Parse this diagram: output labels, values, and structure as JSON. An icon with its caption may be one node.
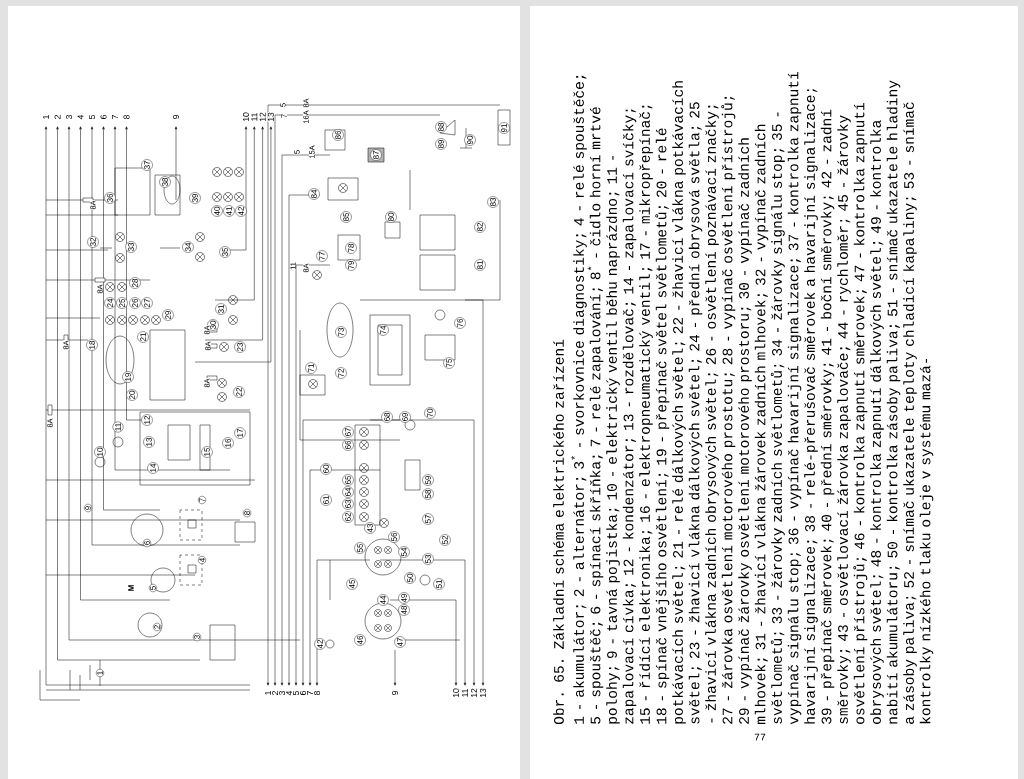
{
  "diagram": {
    "title": "Obr. 65. Základní schéma elektrického zařízení",
    "caption": "1 - akumulátor; 2 - alternátor; 3$^{*}$ - svorkovnice diagnostiky; 4 - relé spouštěče; 5 - spouštěč; 6 - spínací skříňka; 7 - relé zapalování; 8$^{*}$ - čidlo horní mrtvé polohy; 9 - tavná pojistka; 10 - elektrický ventil běhu naprázdno; 11 - zapalovací cívka; 12 - kondenzátor; 13 - rozdělovač; 14 - zapalovací svíčky; 15 - řídící elektronika; 16 - elektropneumatický ventil; 17 - mikropřepínač; 18 - spínač vnějšího osvětlení; 19 - přepínač světel světlometů; 20 - relé potkávacích světel; 21 - relé dálkových světel; 22 - žhavicí vlákna potkávacích světel; 23 - žhavicí vlákna dálkových světel; 24 - přední obrysová světla; 25 - žhavicí vlákna zadních obrysových světel; 26 - osvětlení poznávací značky; 27 - žárovka osvětlení motorového prostotu; 28 - vypínač osvětlení přístrojů; 29 - vypínač žárovky osvětlení motorového prostoru; 30 - vypínač zadních mlhovek; 31 - žhavicí vlákna žárovek zadních mlhovek; 32 - vypínač zadních světlometů; 33 - žárovky zadních světlometů; 34 - žárovky signálu stop; 35 - vypínač signálu stop; 36 - vypínač havarijní signalizace; 37 - kontrolka zapnutí havarijní signalizace; 38 - relé-přerušovač směrovek a havarijní signalizace; 39 - přepínač směrovek; 40 - přední směrovky; 41 - boční směrovky; 42 - zadní směrovky; 43 - osvětlovací žárovka zapalovače; 44 - rychloměr; 45 - žárovky osvětlení přístrojů; 46 - kontrolka zapnutí směrovek; 47 - kontrolka zapnutí obrysových světel; 48 - kontrolka zapnutí dálkových světel; 49 - kontrolka nabití akumulátoru; 50 - kontrolka zásoby paliva; 51 - snímač ukazatele hladiny a zásoby paliva; 52 - snímač ukazatele teploty chladicí kapaliny; 53 - snímač kontrolky nízkého tlaku oleje v systému mazá-",
    "labels": [
      "1",
      "2",
      "3",
      "4",
      "5",
      "6",
      "7",
      "8",
      "9",
      "10",
      "11",
      "12",
      "13",
      "37",
      "36",
      "38",
      "39",
      "40",
      "41",
      "42",
      "32",
      "33",
      "34",
      "35",
      "28",
      "24",
      "25",
      "26",
      "27",
      "29",
      "30",
      "31",
      "18",
      "21",
      "23",
      "19",
      "20",
      "22",
      "12",
      "11",
      "13",
      "14",
      "10",
      "15",
      "16",
      "17",
      "9",
      "6",
      "7",
      "8",
      "4",
      "5",
      "2",
      "3",
      "1",
      "86",
      "87",
      "88",
      "89",
      "90",
      "91",
      "84",
      "85",
      "80",
      "83",
      "82",
      "81",
      "77",
      "78",
      "79",
      "73",
      "74",
      "76",
      "75",
      "72",
      "71",
      "68",
      "69",
      "70",
      "67",
      "66",
      "65",
      "64",
      "63",
      "62",
      "60",
      "61",
      "59",
      "58",
      "57",
      "43",
      "56",
      "55",
      "54",
      "52",
      "53",
      "45",
      "50",
      "51",
      "49",
      "48",
      "44",
      "42",
      "46",
      "47",
      "8A",
      "8A",
      "8A",
      "8A",
      "8A",
      "8A",
      "8A",
      "5",
      "8A",
      "7",
      "16A",
      "5",
      "15A",
      "11",
      "8A",
      "1",
      "2",
      "3",
      "4",
      "5",
      "6",
      "7",
      "8",
      "9",
      "10",
      "11",
      "12",
      "13",
      "M",
      "77"
    ]
  }
}
